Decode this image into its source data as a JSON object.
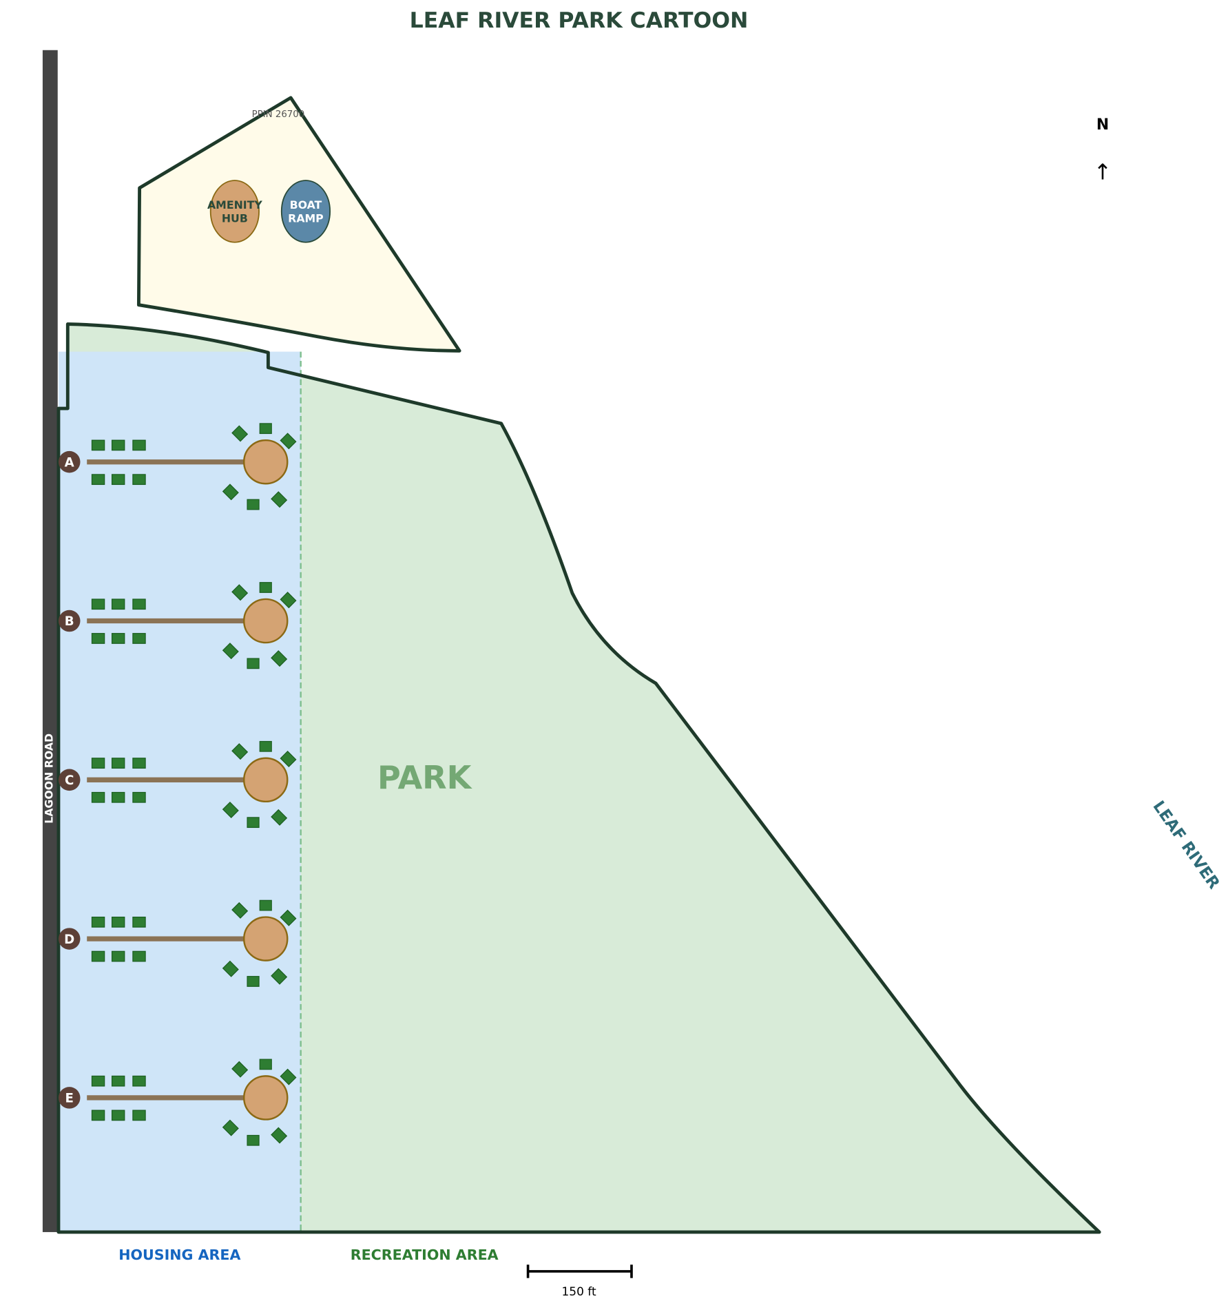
{
  "title": "LEAF RIVER PARK CARTOON",
  "parcel_label": "PPIN 26700",
  "amenity_hub": [
    "AMENITY",
    "HUB"
  ],
  "boat_ramp": [
    "BOAT",
    "RAMP"
  ],
  "north": {
    "label": "N",
    "arrow": "↑"
  },
  "road_label": "LAGOON ROAD",
  "park_label": "PARK",
  "river_label": "LEAF RIVER",
  "housing_label": "HOUSING AREA",
  "recreation_label": "RECREATION AREA",
  "scale_label": "150 ft",
  "clusters": [
    "A",
    "B",
    "C",
    "D",
    "E"
  ],
  "colors": {
    "title": "#2a4a3a",
    "outline": "#1e3a2a",
    "park": "#d8ebd8",
    "housing": "#cfe5f8",
    "parcel": "#fffbe9",
    "road": "#444444",
    "lot": "#2e7d32",
    "culdesac": "#d4a373",
    "street": "#8b7355",
    "marker": "#5d4037",
    "boat": "#5b88a8",
    "river_text": "#2e6b78",
    "housing_text": "#1565c0",
    "recreation_text": "#2e7d32",
    "park_text": "#74a874"
  }
}
